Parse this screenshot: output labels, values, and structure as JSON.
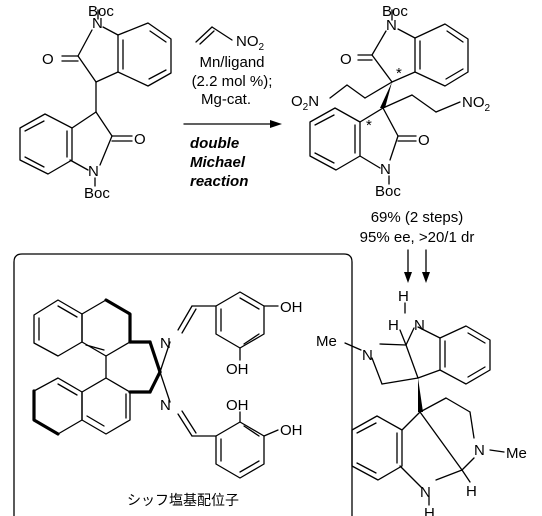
{
  "labels": {
    "boc": "Boc",
    "n": "N",
    "o": "O",
    "h": "H",
    "me": "Me",
    "oh": "OH",
    "no2": "NO",
    "no2_sub": "2",
    "o2n": "O",
    "o2n_sub": "2",
    "o2n_n": "N",
    "star": "*"
  },
  "conditions": {
    "line1": "Mn/ligand",
    "line2": "(2.2 mol %);",
    "line3": "Mg-cat.",
    "reaction1": "double",
    "reaction2": "Michael",
    "reaction3": "reaction"
  },
  "results": {
    "yield": "69% (2 steps)",
    "selectivity": "95% ee, >20/1 dr"
  },
  "ligand": {
    "caption": "シッフ塩基配位子"
  }
}
